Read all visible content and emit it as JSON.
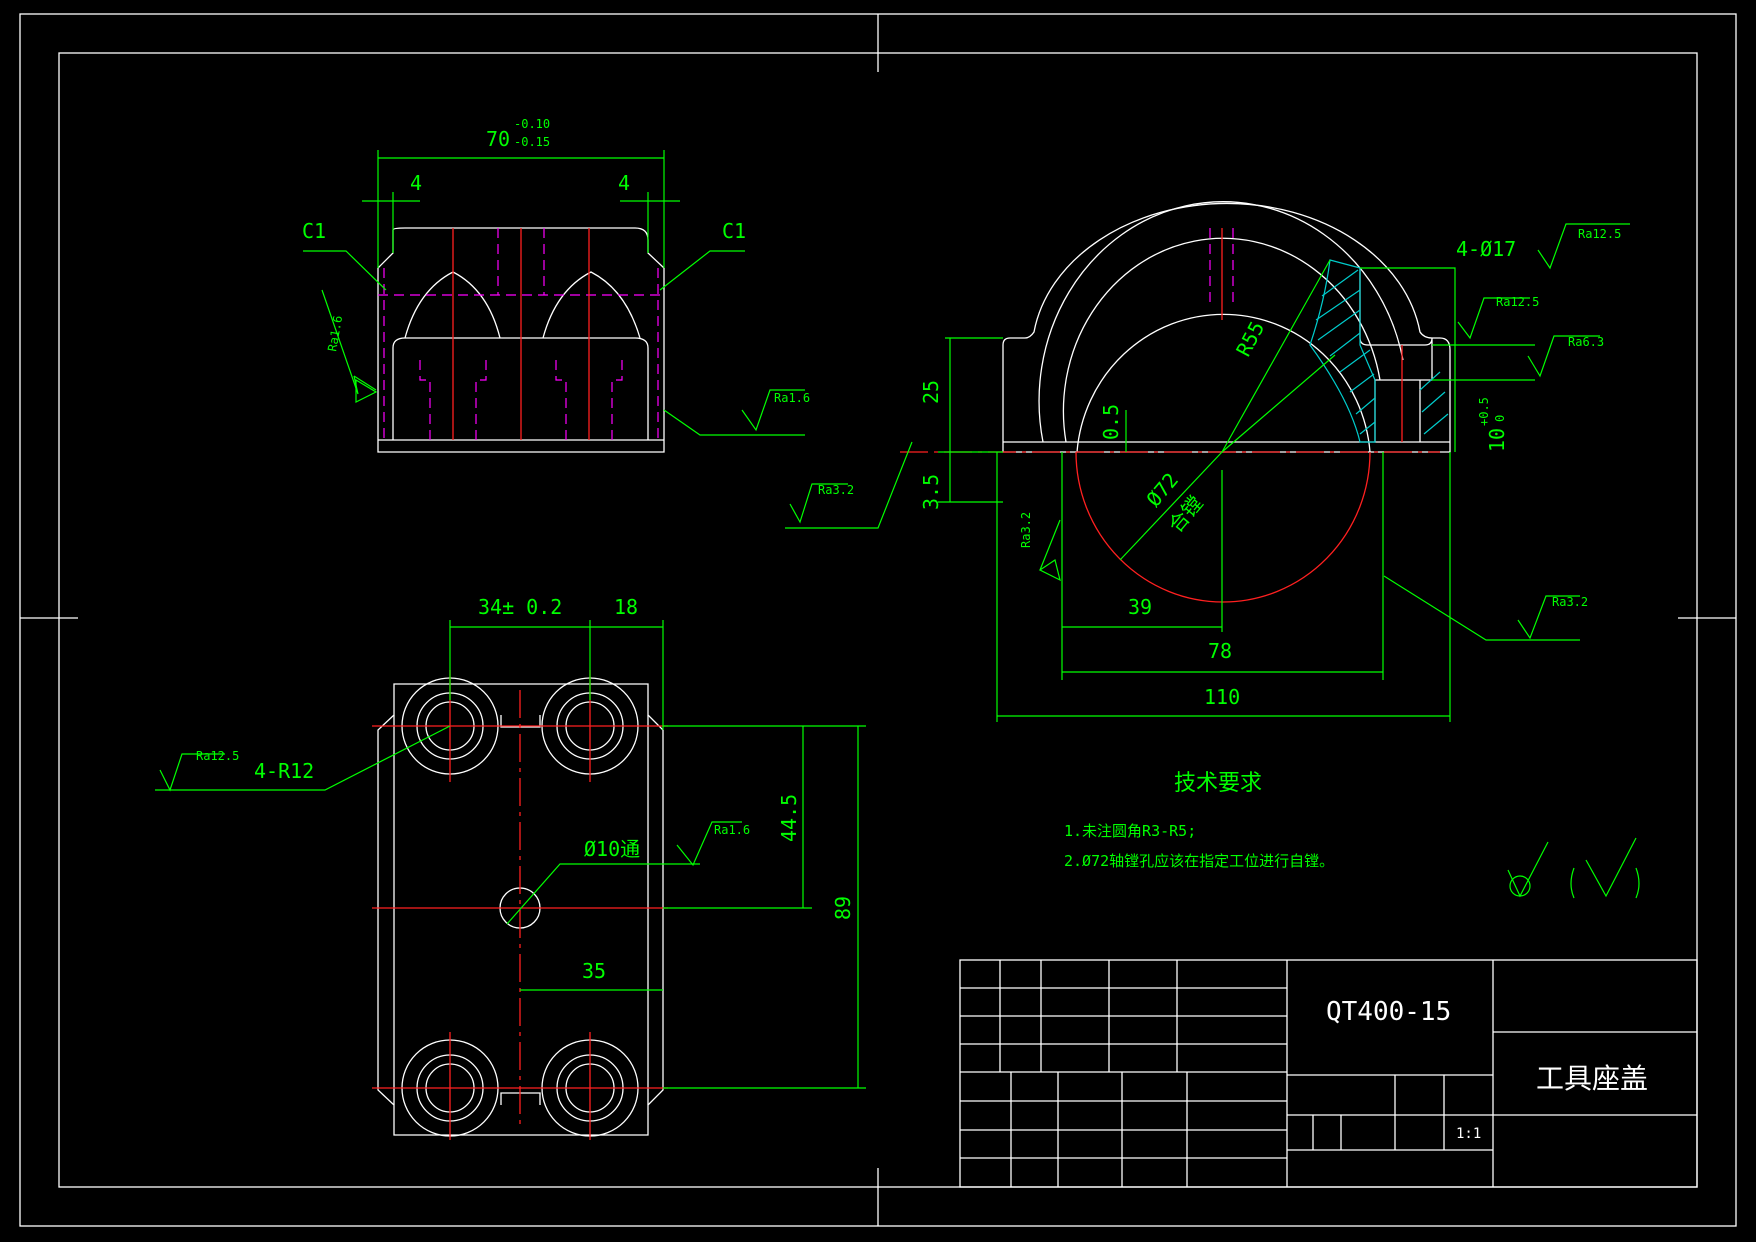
{
  "front_view": {
    "width_dim": "70",
    "width_tol_upper": "-0.10",
    "width_tol_lower": "-0.15",
    "left_offset": "4",
    "right_offset": "4",
    "chamfer_left": "C1",
    "chamfer_right": "C1",
    "roughness_left": "Ra1.6",
    "roughness_right": "Ra1.6"
  },
  "top_view": {
    "dim_spacing": "34± 0.2",
    "dim_edge": "18",
    "dim_corner": "4-R12",
    "roughness_corner": "Ra12.5",
    "hole_label": "Ø10通",
    "roughness_hole": "Ra1.6",
    "dim_half_height": "44.5",
    "dim_height": "89",
    "dim_center": "35"
  },
  "side_view": {
    "holes_label": "4-Ø17",
    "roughness_holes": "Ra12.5",
    "roughness_counterbore": "Ra12.5",
    "roughness_bore_face": "Ra6.3",
    "radius": "R55",
    "dim_25": "25",
    "dim_05": "0.5",
    "dim_35": "3.5",
    "dim_10": "10",
    "dim_10_tol_upper": "+0.5",
    "dim_10_tol_lower": "0",
    "bore_dia": "Ø72",
    "bore_note": "合镗",
    "roughness_base": "Ra3.2",
    "roughness_bore": "Ra3.2",
    "roughness_right": "Ra3.2",
    "dim_39": "39",
    "dim_78": "78",
    "dim_110": "110"
  },
  "tech_requirements": {
    "title": "技术要求",
    "item1": "1.未注圆角R3-R5;",
    "item2": "2.Ø72轴镗孔应该在指定工位进行自镗。"
  },
  "title_block": {
    "material": "QT400-15",
    "part_name": "工具座盖",
    "scale": "1:1"
  }
}
